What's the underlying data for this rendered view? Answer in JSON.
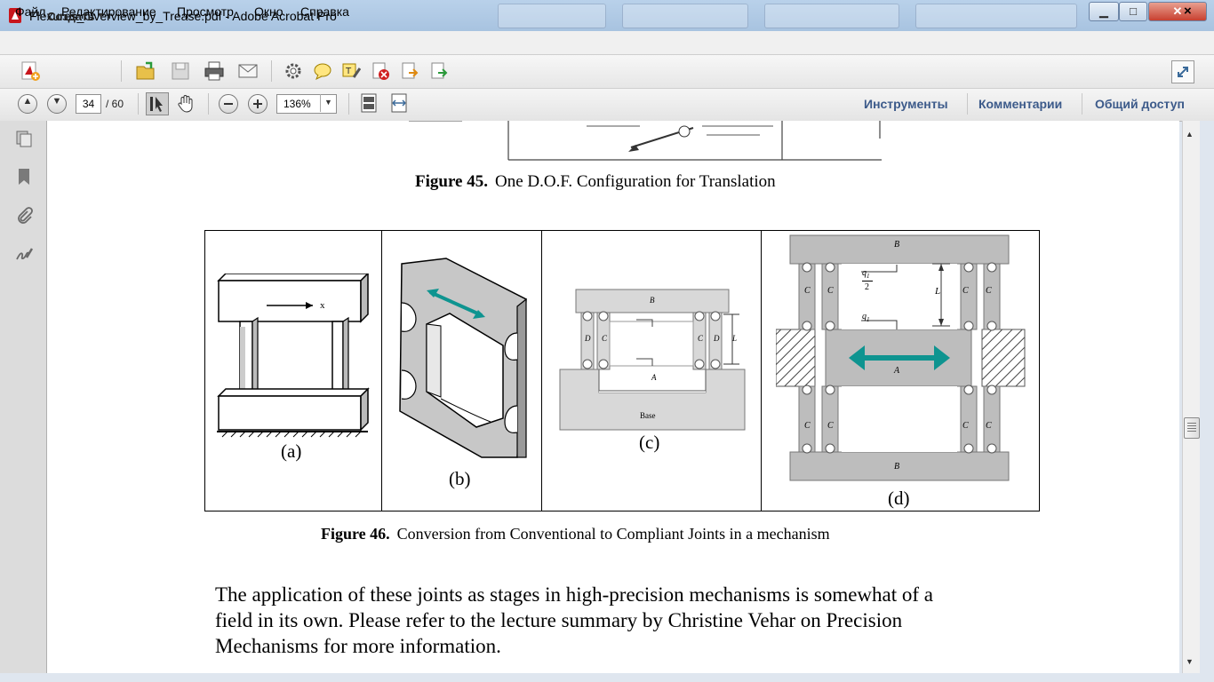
{
  "window": {
    "title": "Flexures_Overview_by_Trease.pdf - Adobe Acrobat Pro",
    "minimize_glyph": "▁",
    "maximize_glyph": "□",
    "close_glyph": "✕"
  },
  "menu": {
    "items": [
      "Файл",
      "Редактирование",
      "Просмотр",
      "Окно",
      "Справка"
    ],
    "close_glyph": "×"
  },
  "toolbar": {
    "create_label": "Создать",
    "create_arrow": "▼",
    "icons": [
      "open-icon",
      "save-icon",
      "print-icon",
      "email-icon",
      "gear-icon",
      "comment-icon",
      "highlight-icon",
      "delete-icon",
      "export-icon",
      "share-icon"
    ]
  },
  "nav": {
    "up_glyph": "▲",
    "down_glyph": "▼",
    "current_page": "34",
    "page_total": "/ 60",
    "zoom": "136%",
    "zoom_arrow": "▼"
  },
  "panels": {
    "tools": "Инструменты",
    "comments": "Комментарии",
    "share": "Общий доступ"
  },
  "scroll": {
    "up_glyph": "▲",
    "down_glyph": "▼"
  },
  "document": {
    "fig45_num": "Figure 45.",
    "fig45_text": "One D.O.F. Configuration for Translation",
    "fig46_num": "Figure 46.",
    "fig46_text": "Conversion from Conventional to Compliant Joints in a mechanism",
    "sub_a": "(a)",
    "sub_b": "(b)",
    "sub_c": "(c)",
    "sub_d": "(d)",
    "a_axis": "x",
    "c_labels": {
      "B": "B",
      "A": "A",
      "D": "D",
      "C": "C",
      "L": "L",
      "base": "Base"
    },
    "d_labels": {
      "B": "B",
      "A": "A",
      "C": "C",
      "L": "L",
      "q1": "q",
      "q1sub": "1",
      "half": "2"
    },
    "paragraph_lines": [
      "The application of these joints as stages in high-precision mechanisms is somewhat of a",
      "field in its own.  Please refer to the lecture summary by Christine Vehar on Precision",
      "Mechanisms for more information."
    ]
  },
  "colors": {
    "accent_panel": "#3c5a8a",
    "teal_arrow": "#0e9490",
    "pdf_red": "#c8161d"
  }
}
